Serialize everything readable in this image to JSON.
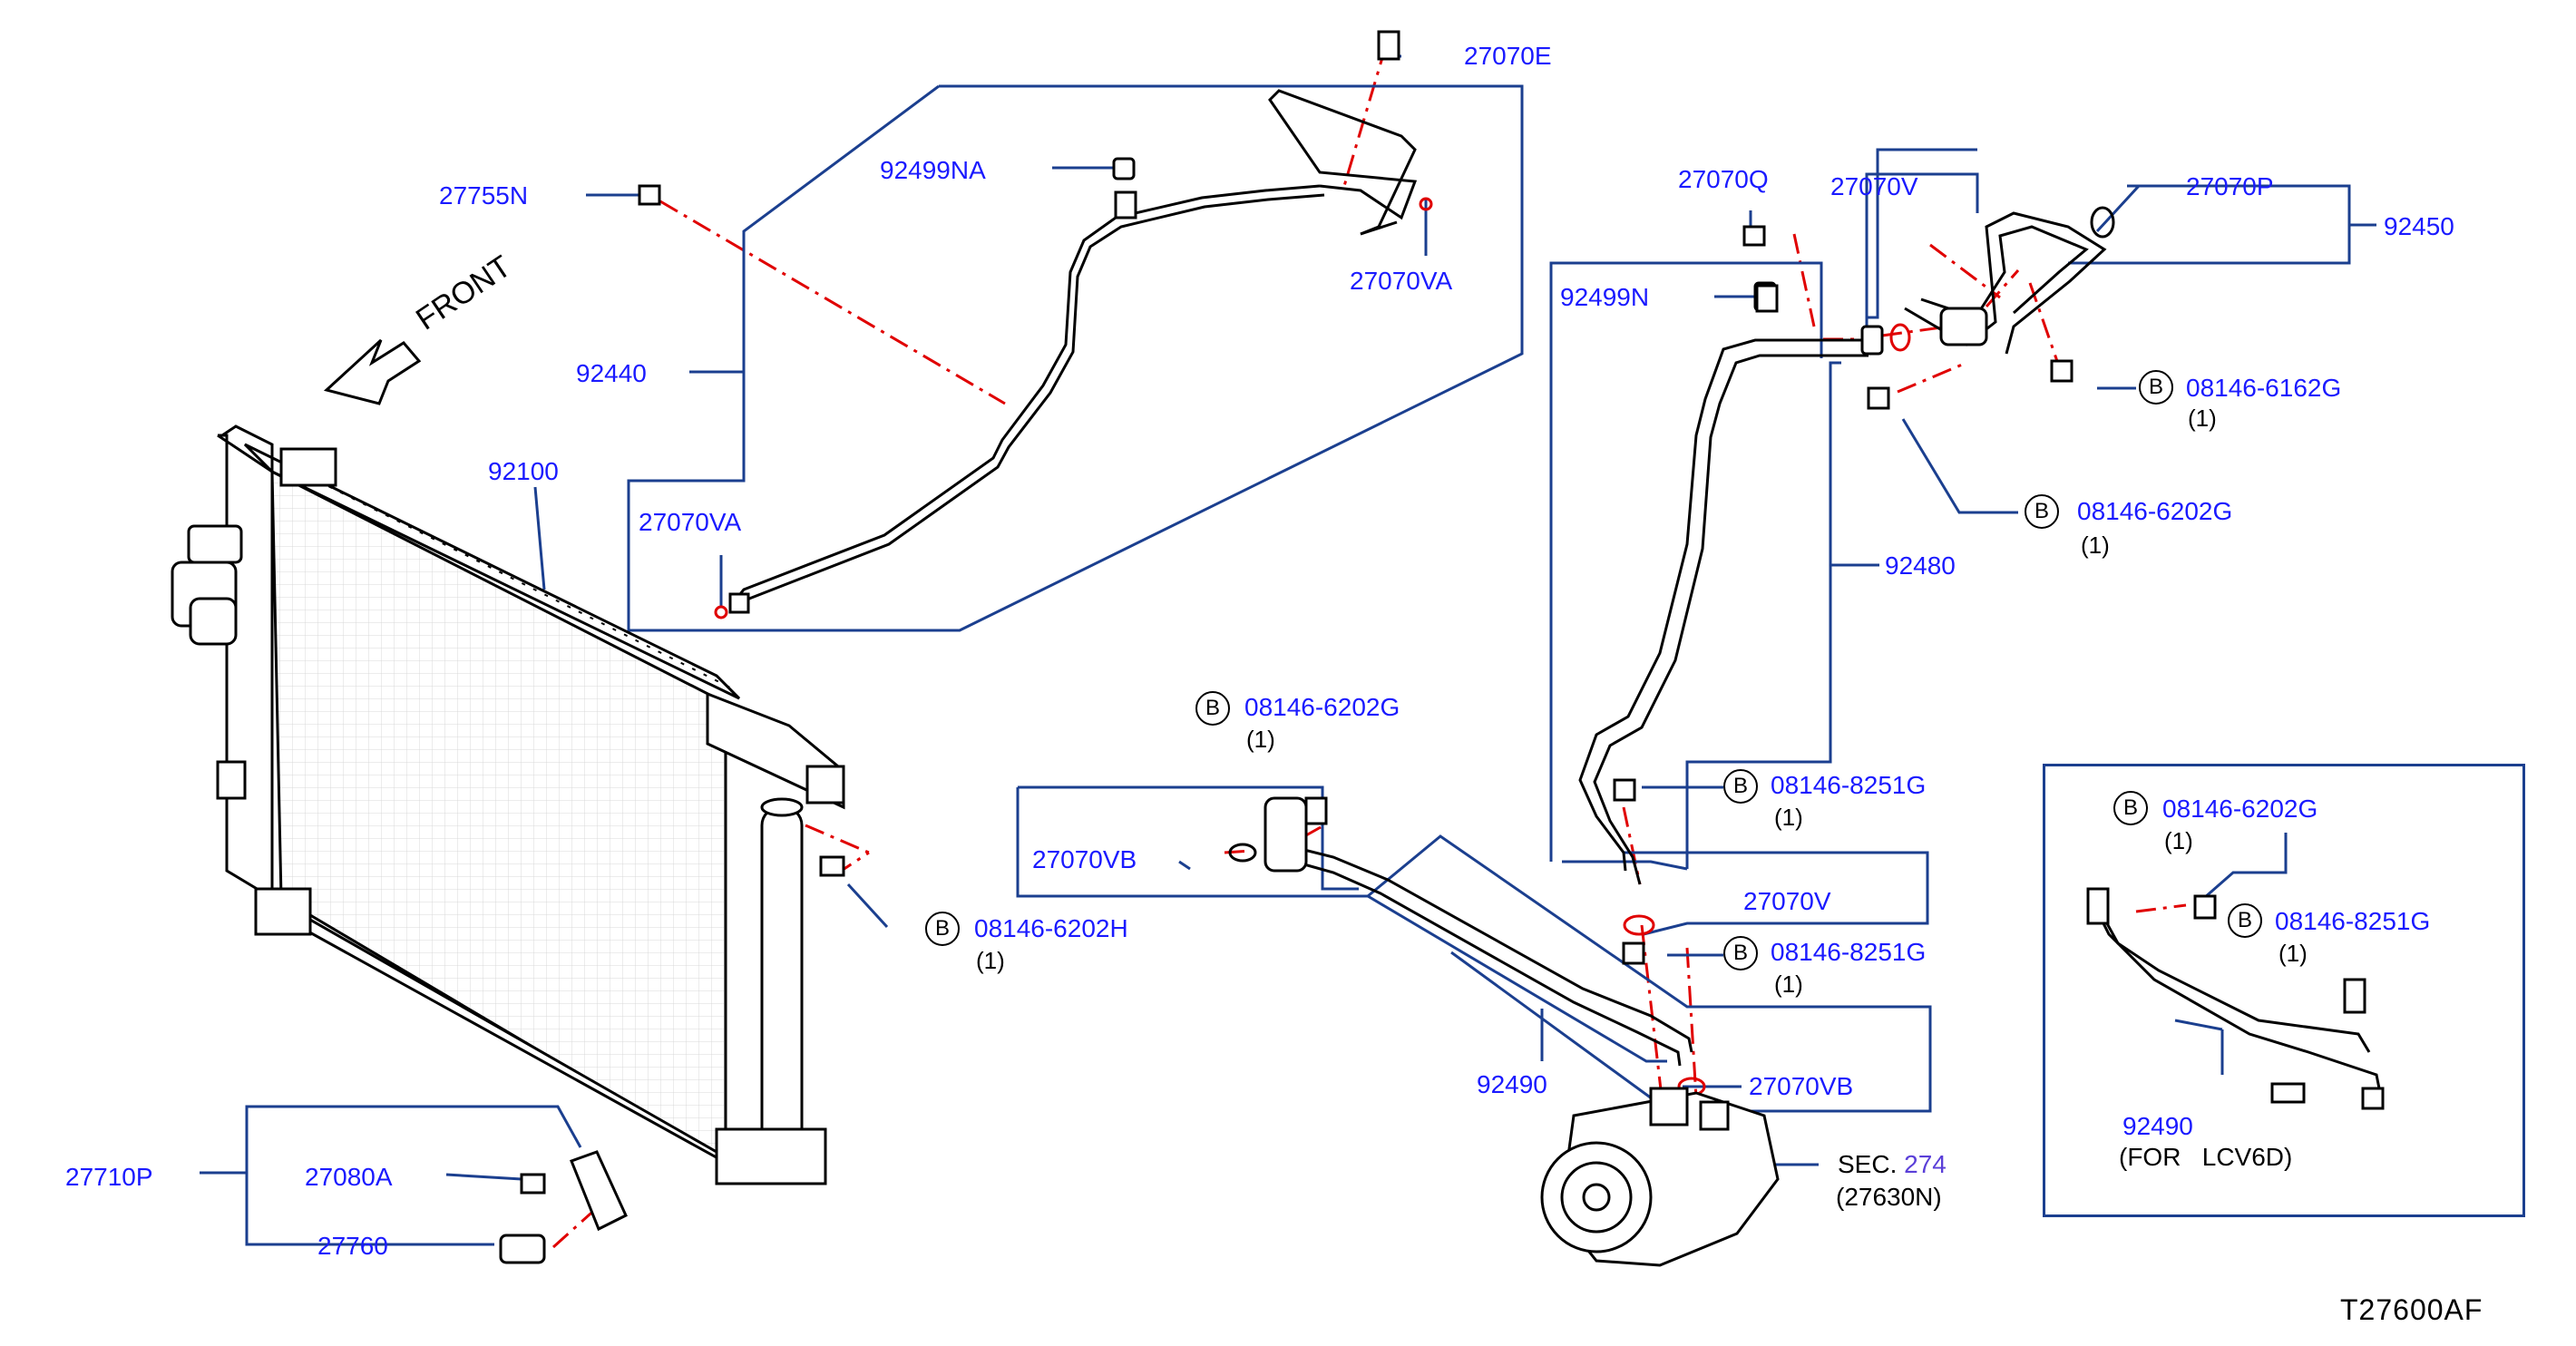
{
  "figure_code": "T27600AF",
  "direction_label": "FRONT",
  "bolt_symbol": "B",
  "colors": {
    "callout": "#1a1aff",
    "leader": "#1b3f8f",
    "guide_dash": "#e00000",
    "part": "#000000"
  },
  "parts": {
    "p27070E": "27070E",
    "p92499NA": "92499NA",
    "p27070VA_top": "27070VA",
    "p27755N": "27755N",
    "p92440": "92440",
    "p92100": "92100",
    "p27070VA_left": "27070VA",
    "p08146_6202H": "08146-6202H",
    "p08146_6202H_qty": "(1)",
    "p27710P": "27710P",
    "p27080A": "27080A",
    "p27760": "27760",
    "p27070Q": "27070Q",
    "p27070V_top": "27070V",
    "p27070P": "27070P",
    "p92450": "92450",
    "p92499N": "92499N",
    "p08146_6162G": "08146-6162G",
    "p08146_6162G_qty": "(1)",
    "p08146_6202G_right": "08146-6202G",
    "p08146_6202G_right_qty": "(1)",
    "p92480": "92480",
    "p08146_6202G_mid": "08146-6202G",
    "p08146_6202G_mid_qty": "(1)",
    "p08146_8251G_a": "08146-8251G",
    "p08146_8251G_a_qty": "(1)",
    "p27070VB_left": "27070VB",
    "p27070V_mid": "27070V",
    "p08146_8251G_b": "08146-8251G",
    "p08146_8251G_b_qty": "(1)",
    "p92490": "92490",
    "p27070VB_right": "27070VB",
    "sec_prefix": "SEC.",
    "sec_number": "274",
    "sec_part": "(27630N)",
    "inset_08146_6202G": "08146-6202G",
    "inset_08146_6202G_qty": "(1)",
    "inset_08146_8251G": "08146-8251G",
    "inset_08146_8251G_qty": "(1)",
    "inset_92490": "92490",
    "inset_note": "(FOR   LCV6D)"
  }
}
